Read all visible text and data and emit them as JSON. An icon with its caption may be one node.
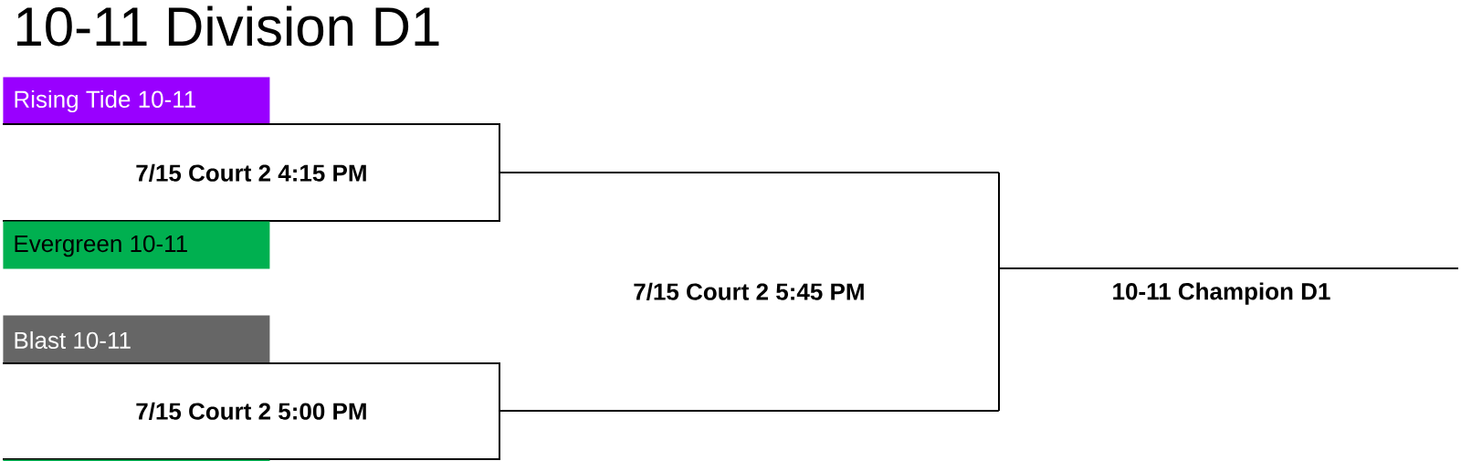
{
  "diagram": {
    "title": "10-11 Division D1",
    "nodes": [
      {
        "text": [
          "Rising Tide 10-11"
        ]
      },
      {
        "text": [
          "7/15 Court 2 4:15 PM"
        ]
      },
      {
        "text": [
          "Evergreen 10-11"
        ]
      },
      {
        "text": [
          "Blast 10-11"
        ]
      },
      {
        "text": [
          "7/15 Court 2 5:00 PM"
        ]
      },
      {
        "text": [],
        "shape": "bar"
      },
      {
        "text": [
          "7/15 Court 2 5:45 PM"
        ]
      },
      {
        "text": [
          "10-11 Champion D1"
        ]
      }
    ],
    "edges": [
      {
        "from": 1,
        "to": 6,
        "arrow": "none"
      },
      {
        "from": 4,
        "to": 6,
        "arrow": "none"
      },
      {
        "from": 6,
        "to": 7,
        "arrow": "none"
      }
    ]
  }
}
